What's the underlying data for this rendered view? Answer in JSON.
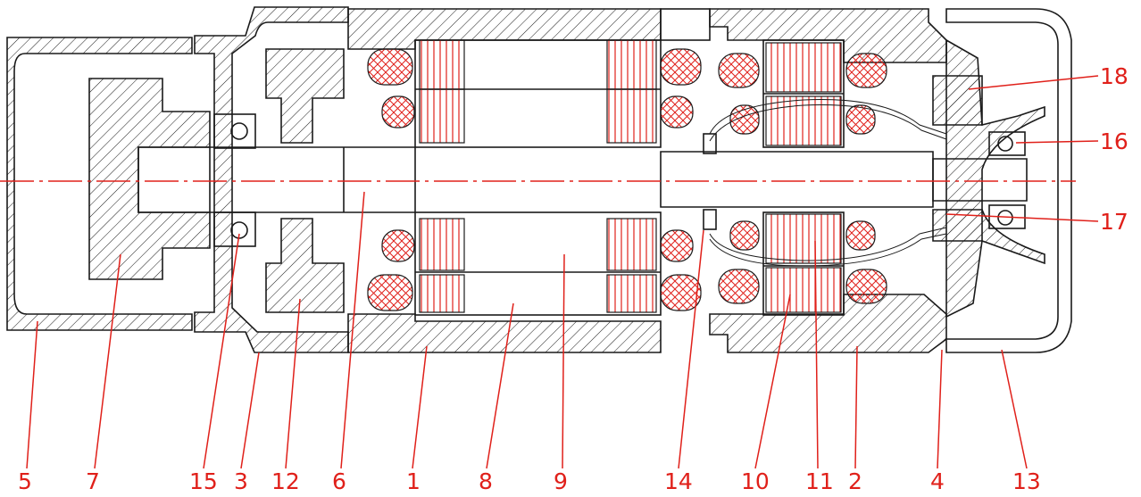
{
  "drawing": {
    "labels": [
      "5",
      "7",
      "15",
      "3",
      "12",
      "6",
      "1",
      "8",
      "9",
      "14",
      "10",
      "11",
      "2",
      "4",
      "13",
      "18",
      "16",
      "17"
    ],
    "colors": {
      "ink": "#1a1a1a",
      "annotation": "#e0201a",
      "background": "#ffffff"
    }
  }
}
